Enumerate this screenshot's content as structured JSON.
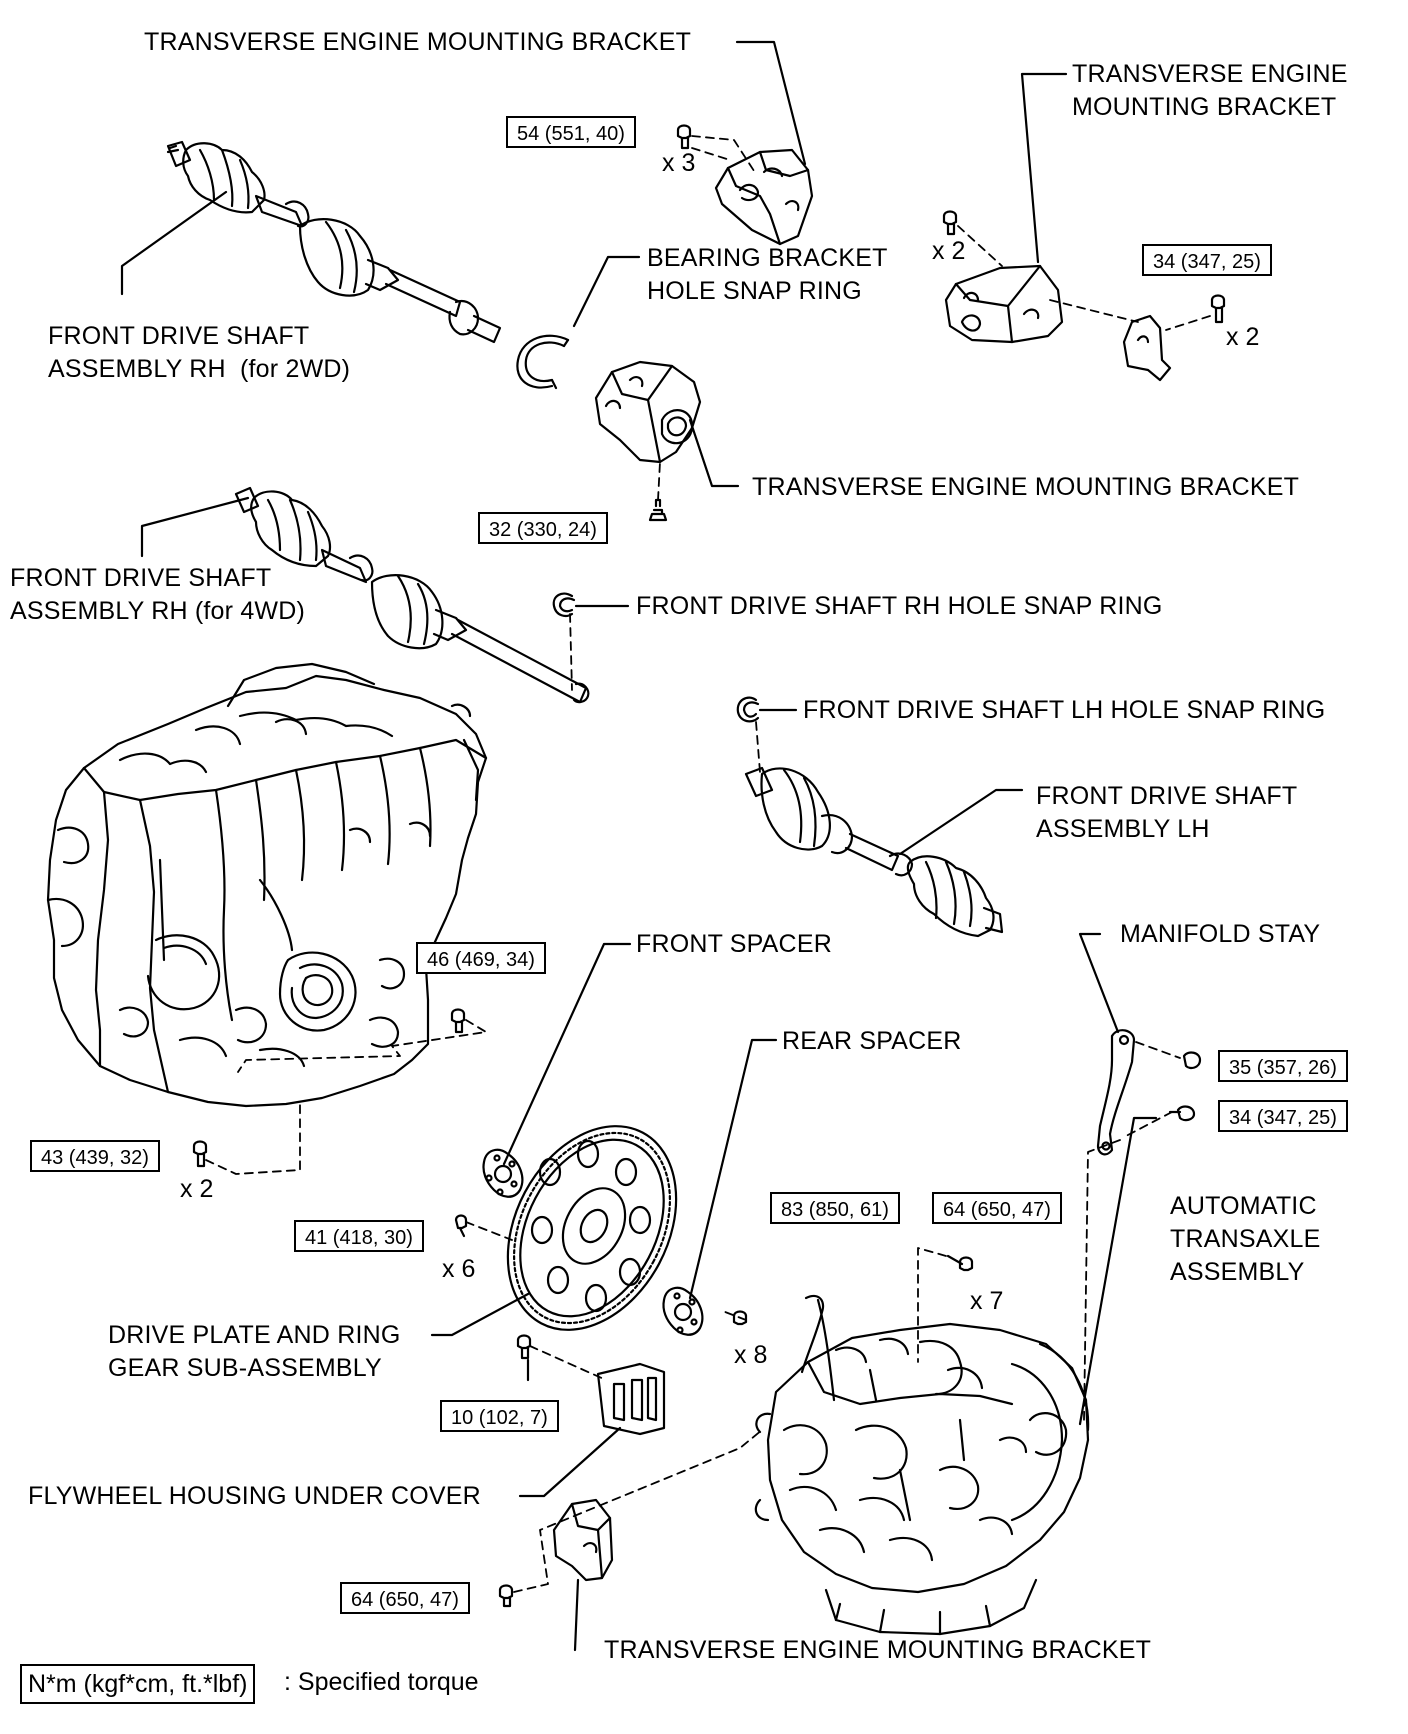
{
  "labels": {
    "bracket_top": "TRANSVERSE ENGINE MOUNTING BRACKET",
    "bracket_right": "TRANSVERSE ENGINE\nMOUNTING BRACKET",
    "bearing_snap_ring": "BEARING BRACKET\nHOLE SNAP RING",
    "shaft_rh_2wd": "FRONT DRIVE SHAFT\nASSEMBLY RH  (for 2WD)",
    "bracket_mid": "TRANSVERSE ENGINE MOUNTING BRACKET",
    "shaft_rh_4wd": "FRONT DRIVE SHAFT\nASSEMBLY RH (for 4WD)",
    "rh_snap_ring": "FRONT DRIVE SHAFT RH HOLE SNAP RING",
    "lh_snap_ring": "FRONT DRIVE SHAFT LH HOLE SNAP RING",
    "shaft_lh": "FRONT DRIVE SHAFT\nASSEMBLY LH",
    "front_spacer": "FRONT SPACER",
    "manifold_stay": "MANIFOLD STAY",
    "rear_spacer": "REAR SPACER",
    "automatic_transaxle": "AUTOMATIC\nTRANSAXLE\nASSEMBLY",
    "drive_plate": "DRIVE PLATE AND RING\nGEAR SUB-ASSEMBLY",
    "flywheel_cover": "FLYWHEEL HOUSING UNDER COVER",
    "bracket_bottom": "TRANSVERSE ENGINE MOUNTING BRACKET"
  },
  "torques": {
    "t54": "54 (551, 40)",
    "t34_top": "34 (347, 25)",
    "t32": "32 (330, 24)",
    "t46": "46 (469, 34)",
    "t35": "35 (357, 26)",
    "t34_mid": "34 (347, 25)",
    "t43": "43 (439, 32)",
    "t83": "83 (850, 61)",
    "t64_top": "64 (650, 47)",
    "t41": "41 (418, 30)",
    "t10": "10 (102, 7)",
    "t64_bottom": "64 (650, 47)"
  },
  "quantities": {
    "q3": "x 3",
    "q2_bracket": "x 2",
    "q2_right": "x 2",
    "q2_engine": "x 2",
    "q6": "x 6",
    "q7": "x 7",
    "q8": "x 8"
  },
  "legend": {
    "key": "N*m (kgf*cm, ft.*lbf)",
    "text": ": Specified torque"
  }
}
